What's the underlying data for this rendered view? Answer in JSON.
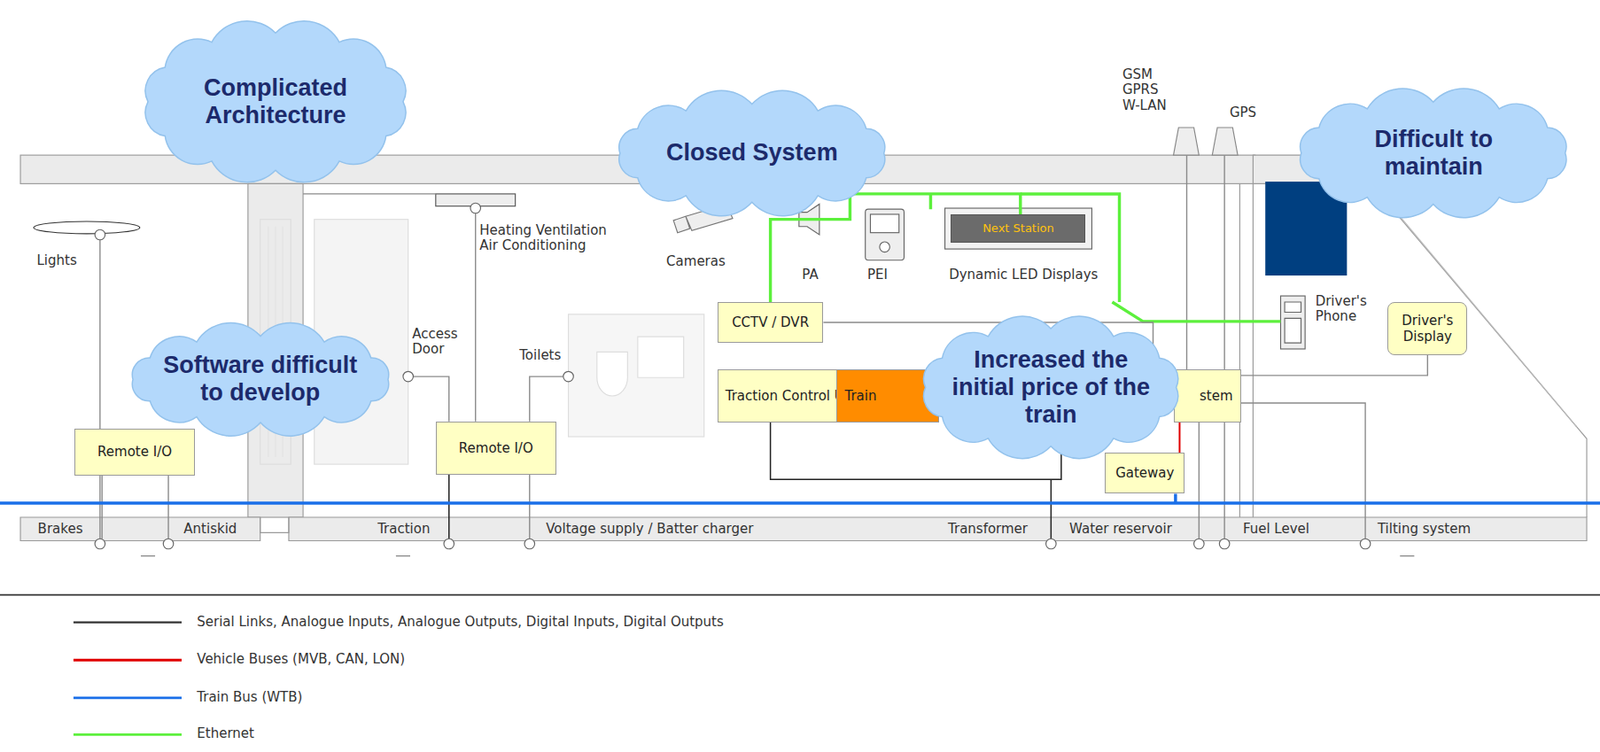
{
  "diagram": {
    "nodes": [
      {
        "text": [
          "Complicated Architecture"
        ]
      },
      {
        "text": [
          "Closed System"
        ]
      },
      {
        "text": [
          "Difficult to maintain"
        ]
      },
      {
        "text": [
          "Software difficult to develop"
        ]
      },
      {
        "text": [
          "Increased the initial price of the train"
        ]
      },
      {
        "text": [
          "Remote I/O"
        ]
      },
      {
        "text": [
          "Remote I/O"
        ]
      },
      {
        "text": [
          "CCTV / DVR"
        ]
      },
      {
        "text": [
          "Traction Control Unit"
        ]
      },
      {
        "text": [
          "Train"
        ]
      },
      {
        "text": [
          "stem"
        ]
      },
      {
        "text": [
          "Gateway"
        ]
      },
      {
        "text": [
          "Next Station"
        ]
      },
      {
        "text": [
          "Driver's Display"
        ]
      }
    ],
    "edges": [
      {
        "from": 7,
        "to": 10,
        "arrow": "none"
      },
      {
        "from": 8,
        "to": 10,
        "arrow": "none"
      },
      {
        "from": 10,
        "to": 11,
        "arrow": "none"
      },
      {
        "from": 10,
        "to": 13,
        "arrow": "none"
      },
      {
        "from": 7,
        "to": 12,
        "arrow": "none"
      }
    ],
    "labels": [
      "GSM GPRS W-LAN",
      "GPS",
      "Lights",
      "Heating Ventilation Air Conditioning",
      "Cameras",
      "PA",
      "PEI",
      "Dynamic LED Displays",
      "Access Door",
      "Toilets",
      "Driver's Phone",
      "Brakes",
      "Antiskid",
      "Traction",
      "Voltage supply / Batter charger",
      "Transformer",
      "Water reservoir",
      "Fuel Level",
      "Tilting system"
    ],
    "legend": [
      {
        "text": "Serial Links, Analogue Inputs, Analogue Outputs, Digital Inputs, Digital Outputs"
      },
      {
        "text": "Vehicle Buses (MVB, CAN, LON)"
      },
      {
        "text": "Train Bus (WTB)"
      },
      {
        "text": "Ethernet"
      }
    ]
  }
}
